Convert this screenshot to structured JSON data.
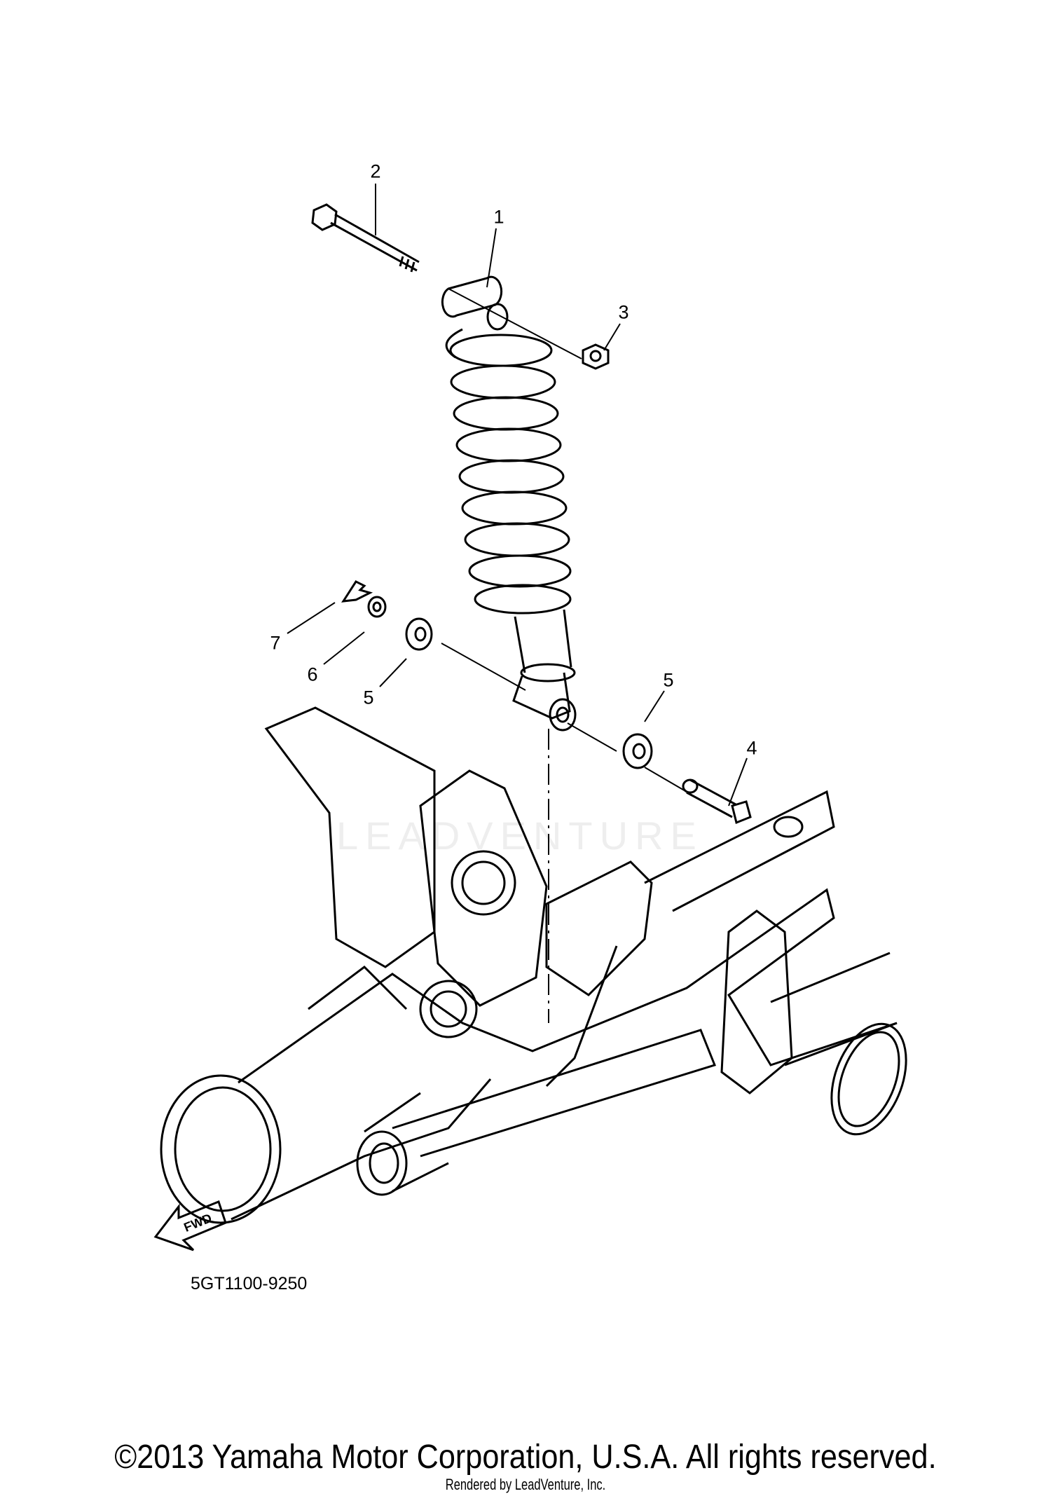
{
  "diagram": {
    "callouts": [
      "1",
      "2",
      "3",
      "4",
      "5",
      "5",
      "6",
      "7"
    ],
    "forward_arrow_label": "FWD",
    "part_code": "5GT1100-9250",
    "watermark": "LEADVENTURE"
  },
  "footer": {
    "copyright": "©2013 Yamaha Motor Corporation, U.S.A. All rights reserved.",
    "rendered_by": "Rendered by LeadVenture, Inc."
  }
}
